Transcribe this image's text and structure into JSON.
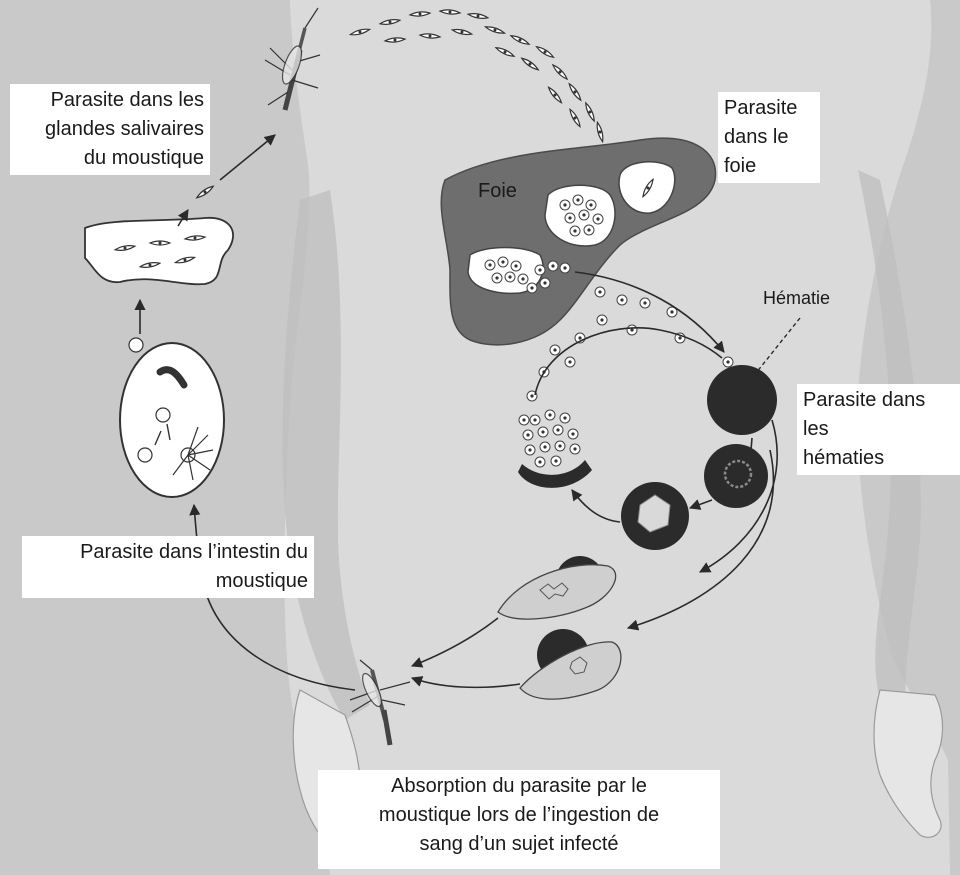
{
  "labels": {
    "salivary": [
      "Parasite dans les",
      "glandes salivaires",
      "du moustique"
    ],
    "liver_parasite": [
      "Parasite",
      "dans le",
      "foie"
    ],
    "red_cells": [
      "Parasite dans les",
      "hématies"
    ],
    "intestine": [
      "Parasite dans l’intestin du",
      "moustique"
    ],
    "absorption": [
      "Absorption du parasite par le",
      "moustique lors de l’ingestion de",
      "sang d’un sujet infecté"
    ]
  },
  "inline_labels": {
    "liver": "Foie",
    "red_cell": "Hématie"
  },
  "colors": {
    "background": "#c9c9c9",
    "body": "#dadada",
    "liver": "#6e6e6e",
    "red_cell": "#2b2b2b",
    "label_bg": "#ffffff"
  }
}
